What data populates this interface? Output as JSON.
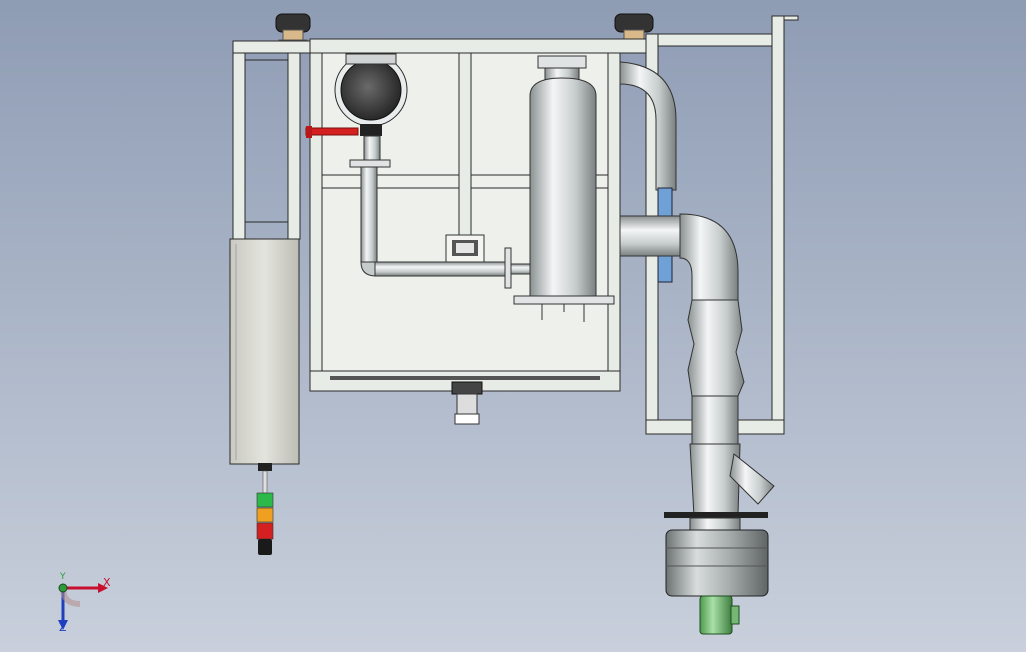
{
  "viewport": {
    "background_top": "#8e9cb4",
    "background_bottom": "#c9d0dc"
  },
  "model": {
    "frame_color": "#e8ece6",
    "edge_color": "#2a2a2a",
    "steel_light": "#f2f4f4",
    "steel_mid": "#c5cbcb",
    "steel_dark": "#8a9090",
    "cabinet_color": "#dcdcd6",
    "valve_handle_color": "#d42020",
    "sight_glass_color": "#6fa0d6",
    "motor_color": "#8fd08f"
  },
  "signal_tower": {
    "lights": [
      {
        "name": "green",
        "color": "#2db84a"
      },
      {
        "name": "amber",
        "color": "#f0a020"
      },
      {
        "name": "red",
        "color": "#d42020"
      }
    ]
  },
  "triad": {
    "x_label": "X",
    "y_label": "Y",
    "z_label": "Z",
    "x_color": "#c8102e",
    "y_color": "#2e9b3a",
    "z_color": "#1f3fbf"
  }
}
